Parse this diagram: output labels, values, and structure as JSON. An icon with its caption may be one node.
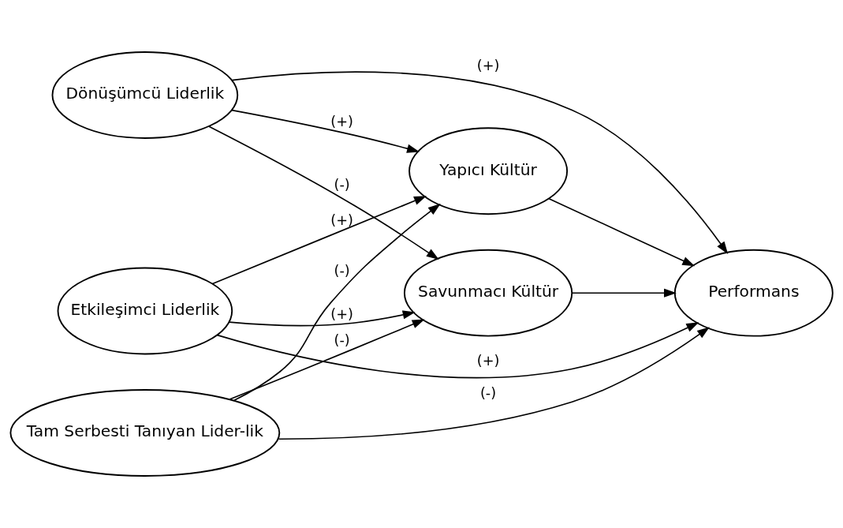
{
  "diagram": {
    "nodes": [
      {
        "text": [
          "Dönüşümcü Liderlik"
        ]
      },
      {
        "text": [
          "Yapıcı Kültür"
        ]
      },
      {
        "text": [
          "Etkileşimci Liderlik"
        ]
      },
      {
        "text": [
          "Performans"
        ]
      },
      {
        "text": [
          "Savunmacı Kültür"
        ]
      },
      {
        "text": [
          "Tam Serbesti Tanıyan Lider-lik"
        ]
      }
    ],
    "edges": [
      {
        "from": 0,
        "to": 3,
        "arrow": "to",
        "label": "(+)"
      },
      {
        "from": 0,
        "to": 1,
        "arrow": "to",
        "label": "(+)"
      },
      {
        "from": 0,
        "to": 4,
        "arrow": "to",
        "label": "(-)"
      },
      {
        "from": 2,
        "to": 1,
        "arrow": "to",
        "label": "(+)"
      },
      {
        "from": 2,
        "to": 3,
        "arrow": "to",
        "label": "(+)"
      },
      {
        "from": 2,
        "to": 4,
        "arrow": "to",
        "label": "(+)"
      },
      {
        "from": 5,
        "to": 1,
        "arrow": "to",
        "label": "(-)"
      },
      {
        "from": 5,
        "to": 4,
        "arrow": "to",
        "label": "(-)"
      },
      {
        "from": 1,
        "to": 3,
        "arrow": "to"
      },
      {
        "from": 4,
        "to": 3,
        "arrow": "to"
      },
      {
        "from": 5,
        "to": 3,
        "arrow": "to",
        "label": "(-)"
      }
    ]
  }
}
